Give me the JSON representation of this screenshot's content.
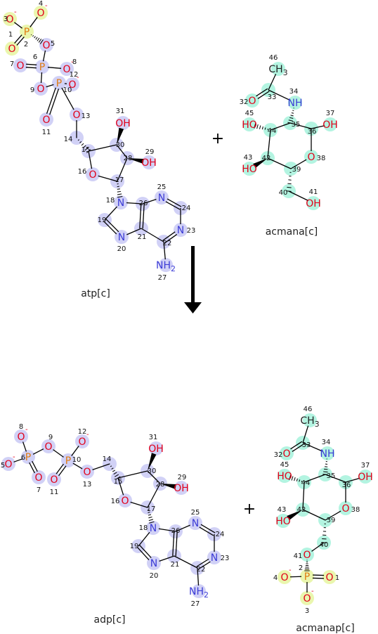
{
  "colors": {
    "bond": "#000000",
    "oxygen": "#e2001a",
    "nitrogen": "#3b3bd6",
    "phosphorus": "#e07a10",
    "carbon": "#222222",
    "hl_blue": "#c9c9f5",
    "hl_cyan": "#a6f2dc",
    "hl_yellow": "#e6f5a0"
  },
  "reaction": {
    "plus_sign": "+",
    "arrow_icon": "reaction-arrow-down"
  },
  "molecules": [
    {
      "id": "atp",
      "caption": "atp[c]",
      "atoms": [
        {
          "id": "O3",
          "sym": "O",
          "charge": "-",
          "num": "3",
          "color": "oxygen",
          "hl": "hl_yellow"
        },
        {
          "id": "O4",
          "sym": "O",
          "charge": "-",
          "num": "4",
          "color": "oxygen",
          "hl": "hl_yellow"
        },
        {
          "id": "P2",
          "sym": "P",
          "num": "2",
          "color": "phosphorus",
          "hl": "hl_yellow"
        },
        {
          "id": "O1",
          "sym": "O",
          "num": "1",
          "color": "oxygen",
          "hl": "hl_yellow"
        },
        {
          "id": "O5",
          "sym": "O",
          "num": "5",
          "color": "oxygen",
          "hl": "hl_blue"
        },
        {
          "id": "P6",
          "sym": "P",
          "num": "6",
          "color": "phosphorus",
          "hl": "hl_blue"
        },
        {
          "id": "O7",
          "sym": "O",
          "num": "7",
          "color": "oxygen",
          "hl": "hl_blue"
        },
        {
          "id": "O8",
          "sym": "O",
          "charge": "-",
          "num": "8",
          "color": "oxygen",
          "hl": "hl_blue"
        },
        {
          "id": "O9",
          "sym": "O",
          "num": "9",
          "color": "oxygen",
          "hl": "hl_blue"
        },
        {
          "id": "P10",
          "sym": "P",
          "num": "10",
          "color": "phosphorus",
          "hl": "hl_blue"
        },
        {
          "id": "O12",
          "sym": "O",
          "charge": "-",
          "num": "12",
          "color": "oxygen",
          "hl": "hl_blue"
        },
        {
          "id": "O11",
          "sym": "O",
          "num": "11",
          "color": "oxygen",
          "hl": "hl_blue"
        },
        {
          "id": "O13",
          "sym": "O",
          "num": "13",
          "color": "oxygen",
          "hl": "hl_blue"
        },
        {
          "id": "C14",
          "sym": "",
          "num": "14",
          "hl": "hl_blue"
        },
        {
          "id": "C15",
          "sym": "",
          "num": "15",
          "hl": "hl_blue"
        },
        {
          "id": "O16",
          "sym": "O",
          "num": "16",
          "color": "oxygen",
          "hl": "hl_blue"
        },
        {
          "id": "C17",
          "sym": "",
          "num": "17",
          "hl": "hl_blue"
        },
        {
          "id": "C28",
          "sym": "",
          "num": "28",
          "hl": "hl_blue"
        },
        {
          "id": "O29",
          "sym": "OH",
          "num": "29",
          "color": "oxygen",
          "hl": "hl_blue"
        },
        {
          "id": "C30",
          "sym": "",
          "num": "30",
          "hl": "hl_blue"
        },
        {
          "id": "O31",
          "sym": "OH",
          "num": "31",
          "color": "oxygen",
          "hl": "hl_blue"
        },
        {
          "id": "N18",
          "sym": "N",
          "num": "18",
          "color": "nitrogen",
          "hl": "hl_blue"
        },
        {
          "id": "C19",
          "sym": "",
          "num": "19",
          "hl": "hl_blue"
        },
        {
          "id": "N20",
          "sym": "N",
          "num": "20",
          "color": "nitrogen",
          "hl": "hl_blue"
        },
        {
          "id": "C21",
          "sym": "",
          "num": "21",
          "hl": "hl_blue"
        },
        {
          "id": "C26",
          "sym": "",
          "num": "26",
          "hl": "hl_blue"
        },
        {
          "id": "N25",
          "sym": "N",
          "num": "25",
          "color": "nitrogen",
          "hl": "hl_blue"
        },
        {
          "id": "C24",
          "sym": "",
          "num": "24",
          "hl": "hl_blue"
        },
        {
          "id": "N23",
          "sym": "N",
          "num": "23",
          "color": "nitrogen",
          "hl": "hl_blue"
        },
        {
          "id": "C22",
          "sym": "",
          "num": "22",
          "hl": "hl_blue"
        },
        {
          "id": "N27",
          "sym": "NH",
          "sub": "2",
          "num": "27",
          "color": "nitrogen",
          "hl": "hl_blue"
        }
      ]
    },
    {
      "id": "acmana",
      "caption": "acmana[c]",
      "atoms": [
        {
          "id": "C46",
          "sym": "CH",
          "sub": "3",
          "num": "46",
          "color": "carbon",
          "hl": "hl_cyan"
        },
        {
          "id": "C33",
          "sym": "",
          "num": "33",
          "hl": "hl_cyan"
        },
        {
          "id": "O32",
          "sym": "O",
          "num": "32",
          "color": "oxygen",
          "hl": "hl_cyan"
        },
        {
          "id": "N34",
          "sym": "NH",
          "num": "34",
          "color": "nitrogen",
          "hl": "hl_cyan"
        },
        {
          "id": "C35",
          "sym": "",
          "num": "35",
          "hl": "hl_cyan"
        },
        {
          "id": "C36",
          "sym": "",
          "num": "36",
          "hl": "hl_cyan"
        },
        {
          "id": "O37",
          "sym": "OH",
          "num": "37",
          "color": "oxygen",
          "hl": "hl_cyan"
        },
        {
          "id": "O38",
          "sym": "O",
          "num": "38",
          "color": "oxygen",
          "hl": "hl_cyan"
        },
        {
          "id": "C39",
          "sym": "",
          "num": "39",
          "hl": "hl_cyan"
        },
        {
          "id": "C40",
          "sym": "",
          "num": "40",
          "hl": "hl_cyan"
        },
        {
          "id": "O41",
          "sym": "OH",
          "num": "41",
          "color": "oxygen",
          "hl": "hl_cyan"
        },
        {
          "id": "C42",
          "sym": "",
          "num": "42",
          "hl": "hl_cyan"
        },
        {
          "id": "O43",
          "sym": "HO",
          "num": "43",
          "color": "oxygen",
          "hl": "hl_cyan"
        },
        {
          "id": "C44",
          "sym": "",
          "num": "44",
          "hl": "hl_cyan"
        },
        {
          "id": "O45",
          "sym": "HO",
          "num": "45",
          "color": "oxygen",
          "hl": "hl_cyan"
        }
      ]
    },
    {
      "id": "adp",
      "caption": "adp[c]",
      "atoms": [
        {
          "id": "O8",
          "sym": "O",
          "charge": "-",
          "num": "8",
          "color": "oxygen",
          "hl": "hl_blue"
        },
        {
          "id": "O5",
          "sym": "O",
          "charge": "-",
          "num": "5",
          "color": "oxygen",
          "hl": "hl_blue"
        },
        {
          "id": "P6",
          "sym": "P",
          "num": "6",
          "color": "phosphorus",
          "hl": "hl_blue"
        },
        {
          "id": "O7",
          "sym": "O",
          "num": "7",
          "color": "oxygen",
          "hl": "hl_blue"
        },
        {
          "id": "O9",
          "sym": "O",
          "num": "9",
          "color": "oxygen",
          "hl": "hl_blue"
        },
        {
          "id": "P10",
          "sym": "P",
          "num": "10",
          "color": "phosphorus",
          "hl": "hl_blue"
        },
        {
          "id": "O12",
          "sym": "O",
          "charge": "-",
          "num": "12",
          "color": "oxygen",
          "hl": "hl_blue"
        },
        {
          "id": "O11",
          "sym": "O",
          "num": "11",
          "color": "oxygen",
          "hl": "hl_blue"
        },
        {
          "id": "O13",
          "sym": "O",
          "num": "13",
          "color": "oxygen",
          "hl": "hl_blue"
        },
        {
          "id": "C14",
          "sym": "",
          "num": "14",
          "hl": "hl_blue"
        },
        {
          "id": "C15",
          "sym": "",
          "num": "15",
          "hl": "hl_blue"
        },
        {
          "id": "O16",
          "sym": "O",
          "num": "16",
          "color": "oxygen",
          "hl": "hl_blue"
        },
        {
          "id": "C17",
          "sym": "",
          "num": "17",
          "hl": "hl_blue"
        },
        {
          "id": "C28",
          "sym": "",
          "num": "28",
          "hl": "hl_blue"
        },
        {
          "id": "O29",
          "sym": "OH",
          "num": "29",
          "color": "oxygen",
          "hl": "hl_blue"
        },
        {
          "id": "C30",
          "sym": "",
          "num": "30",
          "hl": "hl_blue"
        },
        {
          "id": "O31",
          "sym": "OH",
          "num": "31",
          "color": "oxygen",
          "hl": "hl_blue"
        },
        {
          "id": "N18",
          "sym": "N",
          "num": "18",
          "color": "nitrogen",
          "hl": "hl_blue"
        },
        {
          "id": "C19",
          "sym": "",
          "num": "19",
          "hl": "hl_blue"
        },
        {
          "id": "N20",
          "sym": "N",
          "num": "20",
          "color": "nitrogen",
          "hl": "hl_blue"
        },
        {
          "id": "C21",
          "sym": "",
          "num": "21",
          "hl": "hl_blue"
        },
        {
          "id": "C26",
          "sym": "",
          "num": "26",
          "hl": "hl_blue"
        },
        {
          "id": "N25",
          "sym": "N",
          "num": "25",
          "color": "nitrogen",
          "hl": "hl_blue"
        },
        {
          "id": "C24",
          "sym": "",
          "num": "24",
          "hl": "hl_blue"
        },
        {
          "id": "N23",
          "sym": "N",
          "num": "23",
          "color": "nitrogen",
          "hl": "hl_blue"
        },
        {
          "id": "C22",
          "sym": "",
          "num": "22",
          "hl": "hl_blue"
        },
        {
          "id": "N27",
          "sym": "NH",
          "sub": "2",
          "num": "27",
          "color": "nitrogen",
          "hl": "hl_blue"
        }
      ]
    },
    {
      "id": "acmanap",
      "caption": "acmanap[c]",
      "atoms": [
        {
          "id": "C46",
          "sym": "CH",
          "sub": "3",
          "num": "46",
          "color": "carbon",
          "hl": "hl_cyan"
        },
        {
          "id": "C33",
          "sym": "",
          "num": "33",
          "hl": "hl_cyan"
        },
        {
          "id": "O32",
          "sym": "O",
          "num": "32",
          "color": "oxygen",
          "hl": "hl_cyan"
        },
        {
          "id": "N34",
          "sym": "NH",
          "num": "34",
          "color": "nitrogen",
          "hl": "hl_cyan"
        },
        {
          "id": "C35",
          "sym": "",
          "num": "35",
          "hl": "hl_cyan"
        },
        {
          "id": "C36",
          "sym": "",
          "num": "36",
          "hl": "hl_cyan"
        },
        {
          "id": "O37",
          "sym": "OH",
          "num": "37",
          "color": "oxygen",
          "hl": "hl_cyan"
        },
        {
          "id": "O38",
          "sym": "O",
          "num": "38",
          "color": "oxygen",
          "hl": "hl_cyan"
        },
        {
          "id": "C39",
          "sym": "",
          "num": "39",
          "hl": "hl_cyan"
        },
        {
          "id": "C40",
          "sym": "",
          "num": "40",
          "hl": "hl_cyan"
        },
        {
          "id": "C42",
          "sym": "",
          "num": "42",
          "hl": "hl_cyan"
        },
        {
          "id": "O43",
          "sym": "HO",
          "num": "43",
          "color": "oxygen",
          "hl": "hl_cyan"
        },
        {
          "id": "C44",
          "sym": "",
          "num": "44",
          "hl": "hl_cyan"
        },
        {
          "id": "O45",
          "sym": "HO",
          "num": "45",
          "color": "oxygen",
          "hl": "hl_cyan"
        },
        {
          "id": "O41",
          "sym": "O",
          "num": "41",
          "color": "oxygen",
          "hl": "hl_cyan"
        },
        {
          "id": "P2",
          "sym": "P",
          "num": "2",
          "color": "phosphorus",
          "hl": "hl_yellow"
        },
        {
          "id": "O4",
          "sym": "O",
          "charge": "-",
          "num": "4",
          "color": "oxygen",
          "hl": "hl_yellow"
        },
        {
          "id": "O1",
          "sym": "O",
          "num": "1",
          "color": "oxygen",
          "hl": "hl_yellow"
        },
        {
          "id": "O3",
          "sym": "O",
          "charge": "-",
          "num": "3",
          "color": "oxygen",
          "hl": "hl_yellow"
        }
      ]
    }
  ]
}
